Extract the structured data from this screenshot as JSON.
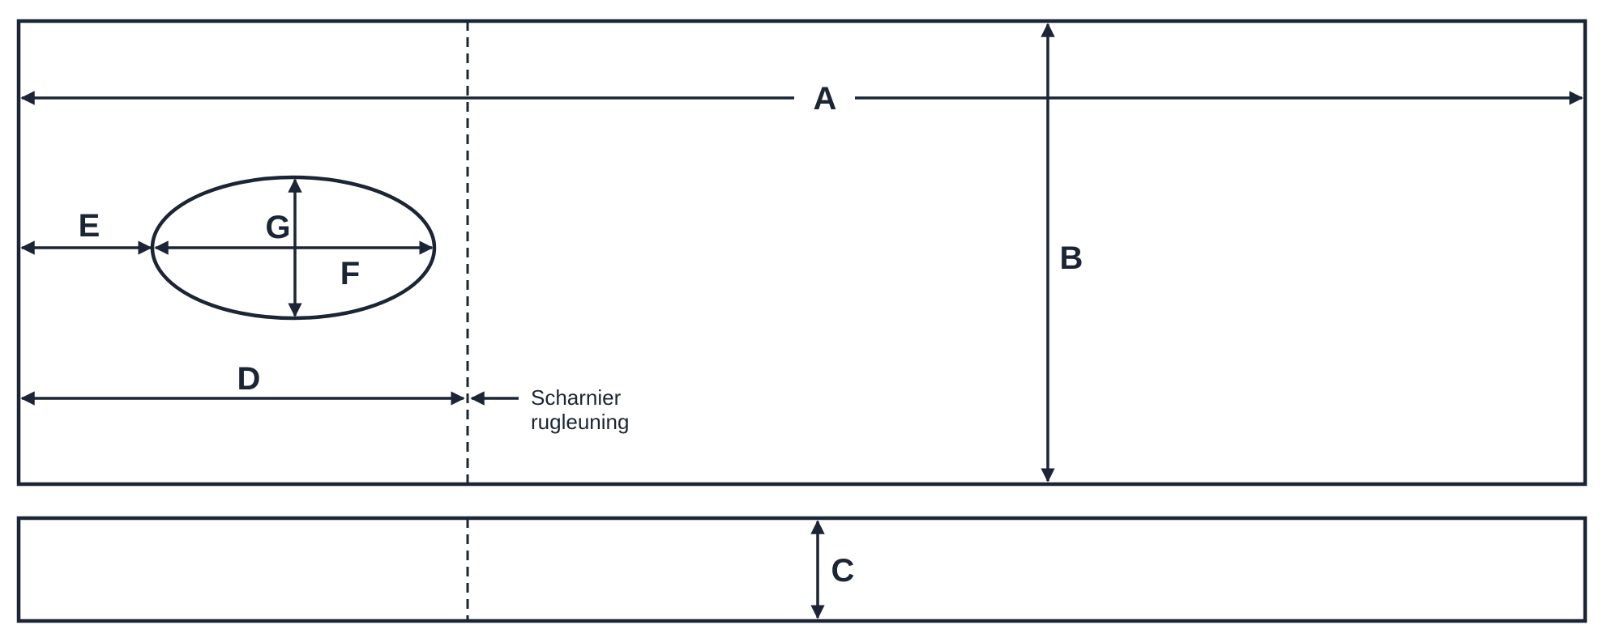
{
  "diagram": {
    "labels": {
      "a": "A",
      "b": "B",
      "c": "C",
      "d": "D",
      "e": "E",
      "f": "F",
      "g": "G"
    },
    "hinge_note": {
      "line1": "Scharnier",
      "line2": "rugleuning"
    },
    "colors": {
      "ink": "#1c2535",
      "background": "#ffffff"
    }
  }
}
